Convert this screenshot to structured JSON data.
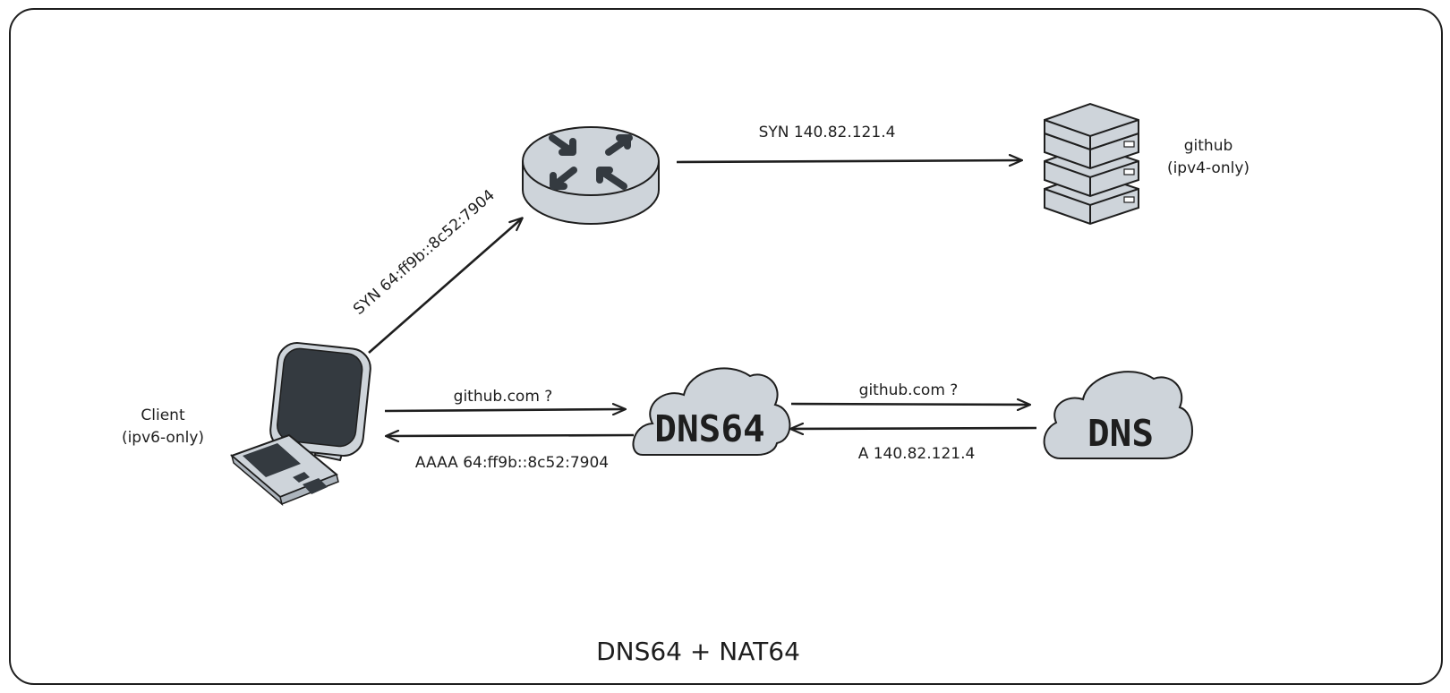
{
  "title": "DNS64 + NAT64",
  "nodes": {
    "client": {
      "line1": "Client",
      "line2": "(ipv6-only)",
      "icon": "desktop-computer-icon"
    },
    "router": {
      "icon": "router-icon"
    },
    "github": {
      "line1": "github",
      "line2": "(ipv4-only)",
      "icon": "server-stack-icon"
    },
    "dns64": {
      "label": "DNS64",
      "icon": "cloud-icon"
    },
    "dns": {
      "label": "DNS",
      "icon": "cloud-icon"
    }
  },
  "edges": {
    "client_to_router": "SYN 64:ff9b::8c52:7904",
    "router_to_github": "SYN 140.82.121.4",
    "client_to_dns64": "github.com ?",
    "dns64_to_client": "AAAA 64:ff9b::8c52:7904",
    "dns64_to_dns": "github.com ?",
    "dns_to_dns64": "A 140.82.121.4"
  },
  "colors": {
    "stroke": "#1e1e1e",
    "device_fill": "#ced4da",
    "device_dark": "#343a40",
    "background": "#ffffff"
  }
}
